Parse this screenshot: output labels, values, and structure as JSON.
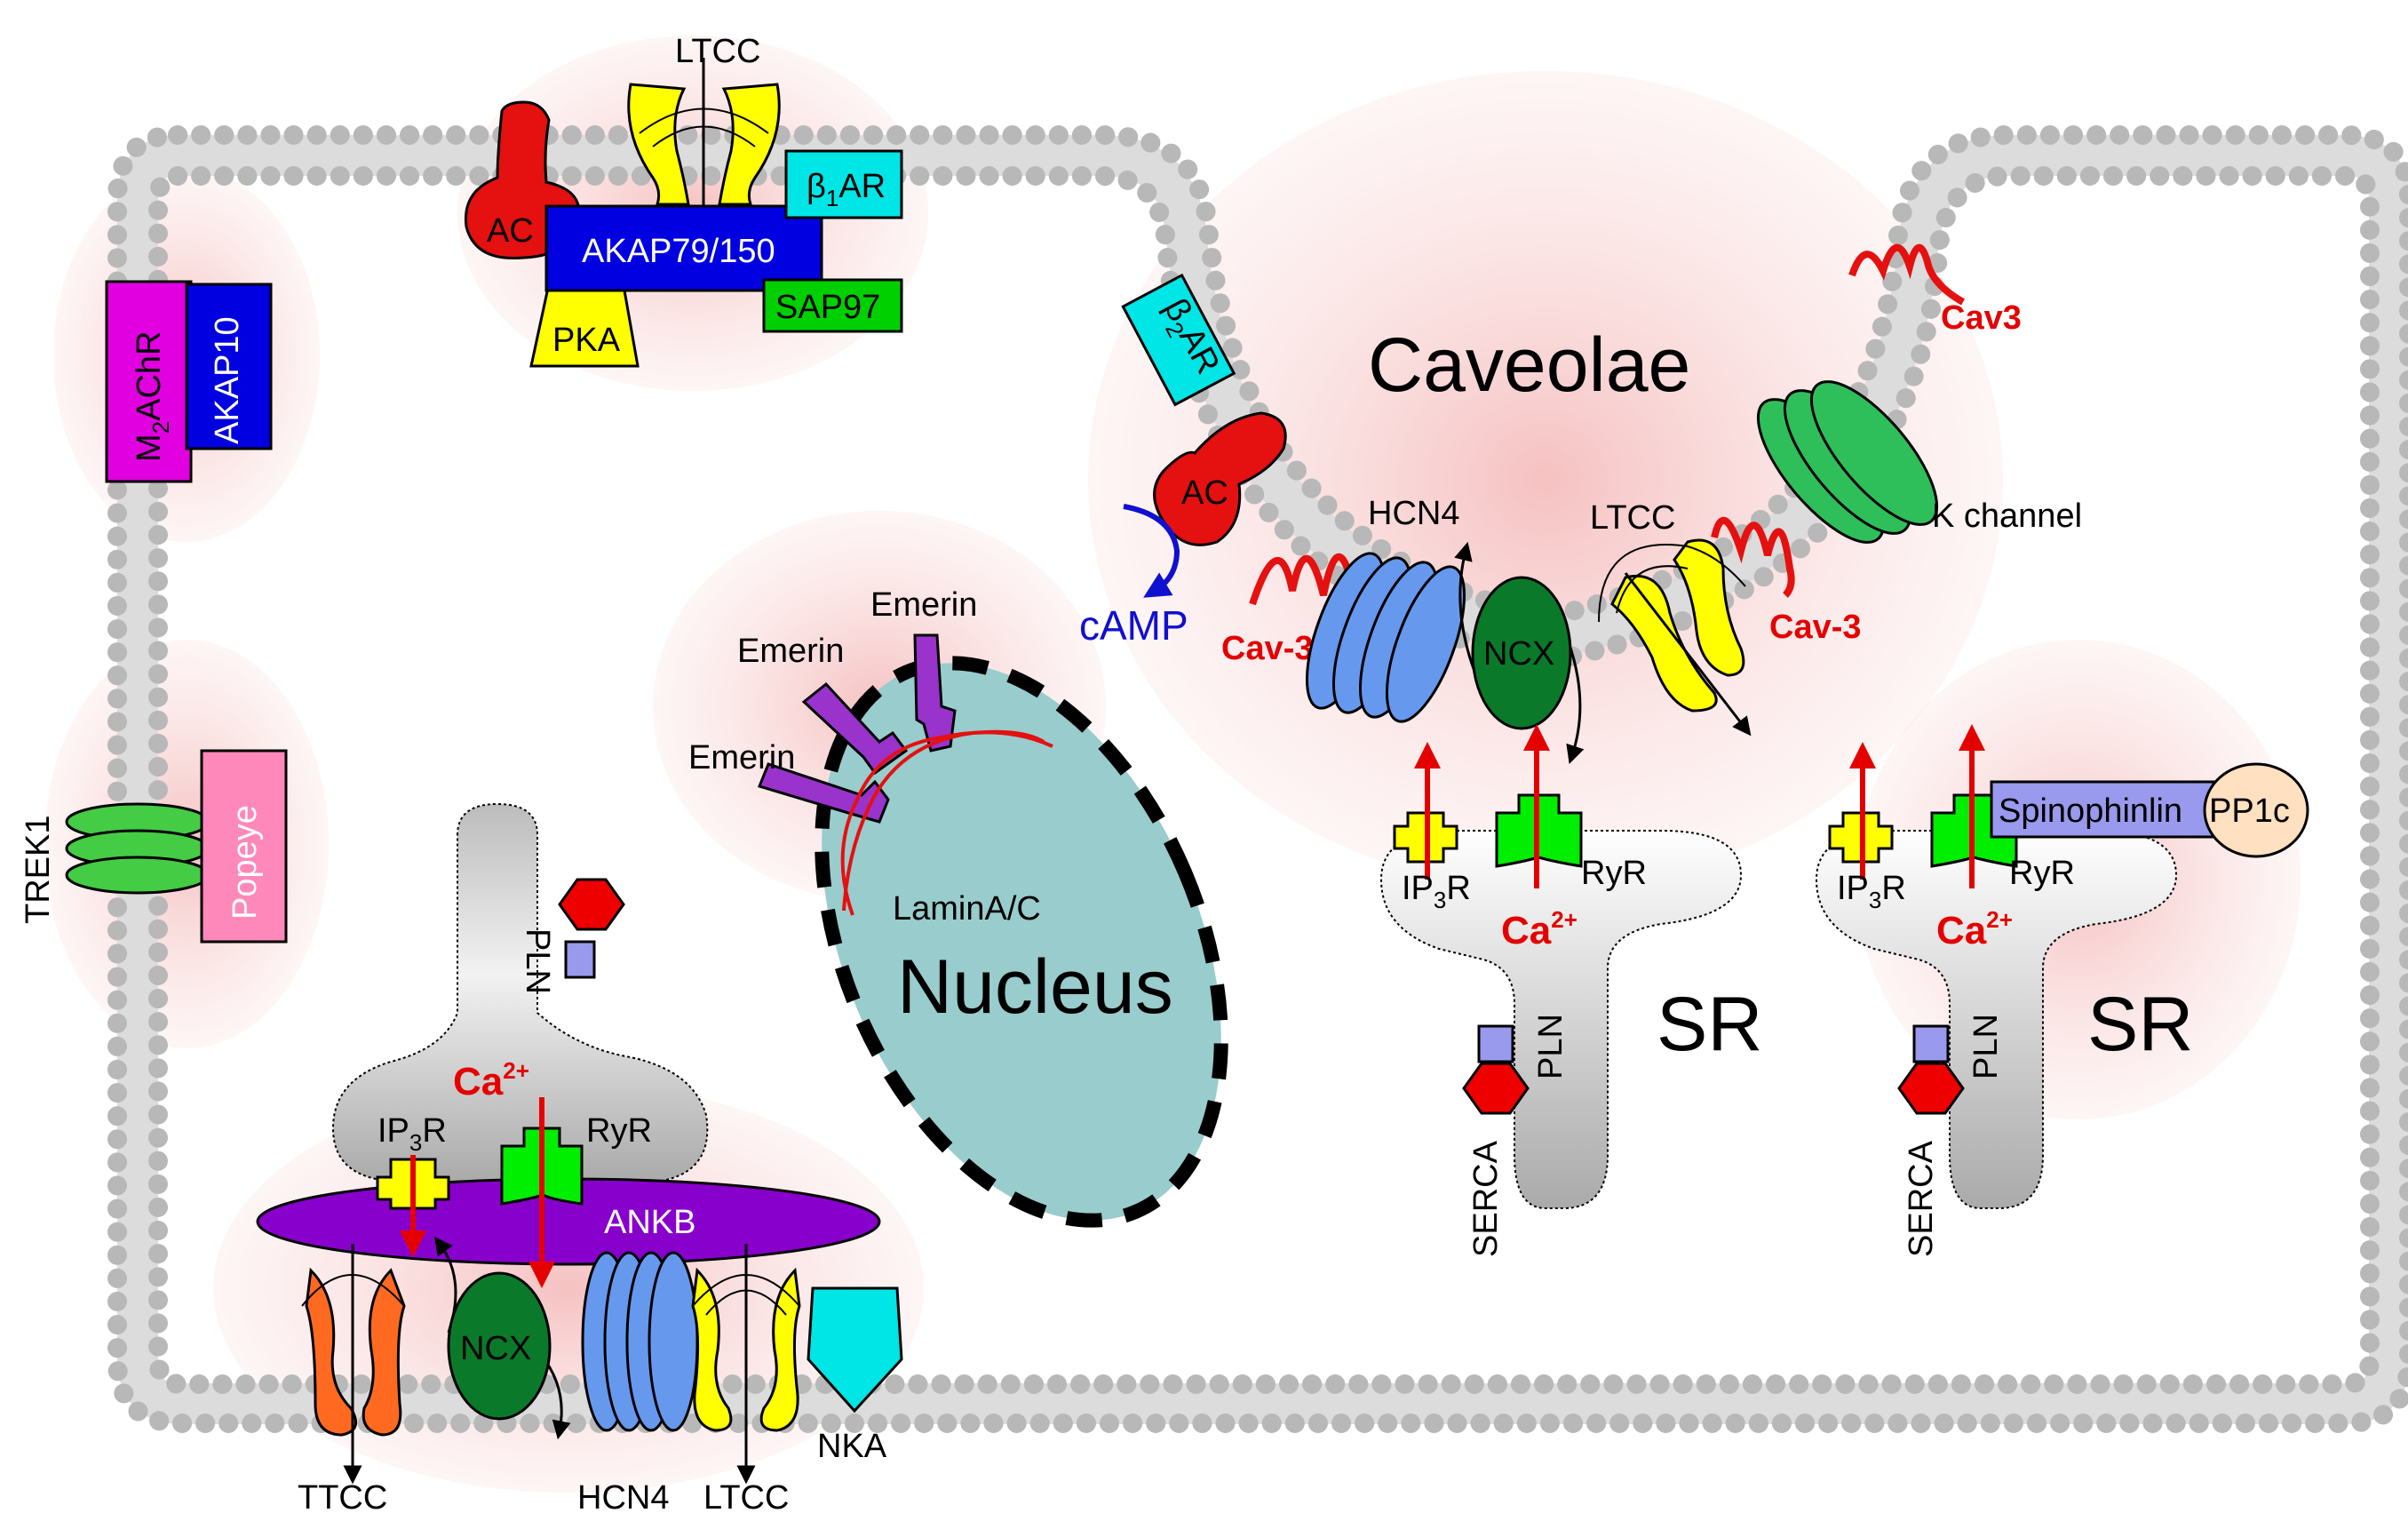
{
  "labels": {
    "ltcc_top": "LTCC",
    "ac_top": "AC",
    "akap79": "AKAP79/150",
    "b1ar": "β1AR",
    "b1ar_base": "β",
    "b1ar_sub": "1",
    "b1ar_rest": "AR",
    "sap97": "SAP97",
    "pka": "PKA",
    "m2achr_base": "M",
    "m2achr_sub": "2",
    "m2achr_rest": "AChR",
    "akap10": "AKAP10",
    "b2ar_base": "β",
    "b2ar_sub": "2",
    "b2ar_rest": "AR",
    "caveolae": "Caveolae",
    "cav3_top": "Cav3",
    "ac_cav": "AC",
    "camp": "cAMP",
    "cav3_left": "Cav-3",
    "cav3_right": "Cav-3",
    "hcn4_cav": "HCN4",
    "ltcc_cav": "LTCC",
    "k_channel": "K channel",
    "ncx_cav": "NCX",
    "emerin_1": "Emerin",
    "emerin_2": "Emerin",
    "emerin_3": "Emerin",
    "lamin": "LaminA/C",
    "nucleus": "Nucleus",
    "trek1": "TREK1",
    "popeye": "Popeye",
    "pln_left": "PLN",
    "ca_left": "Ca",
    "ca_left_sup": "2+",
    "ip3r_left_a": "IP",
    "ip3r_left_b": "3",
    "ip3r_left_c": "R",
    "ryr_left": "RyR",
    "ankb": "ANKB",
    "ncx_bottom": "NCX",
    "ttcc": "TTCC",
    "hcn4_bottom": "HCN4",
    "ltcc_bottom": "LTCC",
    "nka": "NKA",
    "ip3r_mid_a": "IP",
    "ip3r_mid_b": "3",
    "ip3r_mid_c": "R",
    "ryr_mid": "RyR",
    "ca_mid": "Ca",
    "ca_mid_sup": "2+",
    "pln_mid": "PLN",
    "serca_mid": "SERCA",
    "sr_mid": "SR",
    "ip3r_right_a": "IP",
    "ip3r_right_b": "3",
    "ip3r_right_c": "R",
    "ryr_right": "RyR",
    "ca_right": "Ca",
    "ca_right_sup": "2+",
    "pln_right": "PLN",
    "serca_right": "SERCA",
    "sr_right": "SR",
    "spinophilin": "Spinophinlin",
    "pp1c": "PP1c"
  },
  "colors": {
    "membrane": "#b8b8b8",
    "ac": "#e51010",
    "akap79": "#0000e0",
    "b_ar": "#00e5e5",
    "sap97": "#00d000",
    "channel_yellow": "#ffff00",
    "m2achr": "#e000e0",
    "caveolae_glow": "#f8c8c8",
    "cav3": "#e51010",
    "hcn4": "#6699ee",
    "ncx": "#0a7a2a",
    "k_channel": "#2fbf5a",
    "emerin": "#9933cc",
    "nucleus": "#99cccc",
    "popeye": "#ff88bb",
    "trek1": "#44cc44",
    "ankb": "#8800cc",
    "ttcc": "#ff6a20",
    "nka": "#00e5e5",
    "ryr": "#00ee00",
    "pln": "#9999ee",
    "serca": "#ee0000",
    "spinophilin": "#9999ee",
    "pp1c": "#ffe0c0",
    "ca_arrow": "#e50000"
  }
}
